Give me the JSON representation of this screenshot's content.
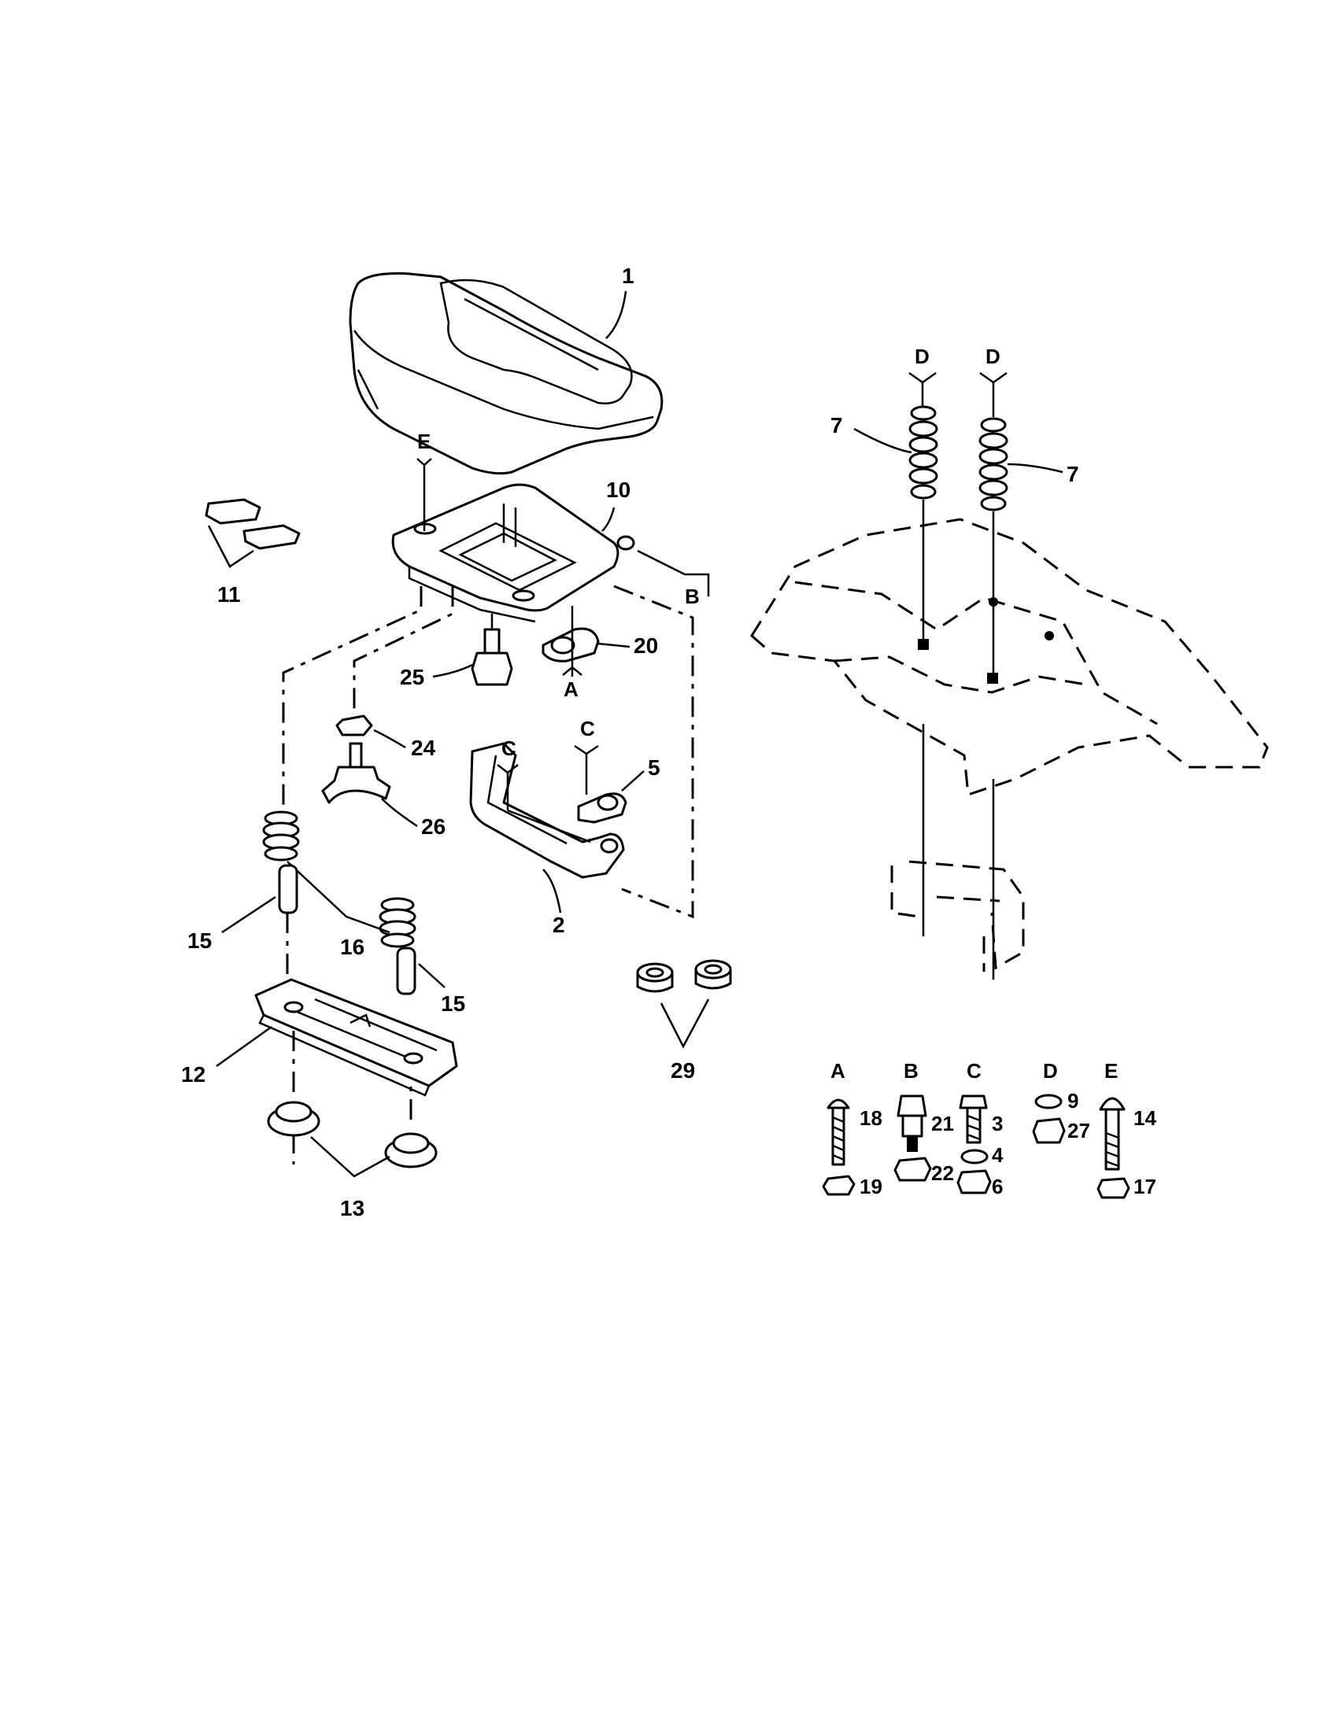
{
  "callouts": {
    "c1": "1",
    "c10": "10",
    "c11": "11",
    "c20": "20",
    "c25": "25",
    "c24": "24",
    "c26": "26",
    "c5": "5",
    "c2": "2",
    "c15a": "15",
    "c16": "16",
    "c15b": "15",
    "c12": "12",
    "c13": "13",
    "c29": "29",
    "c7a": "7",
    "c7b": "7",
    "refE": "E",
    "refB": "B",
    "refA": "A",
    "refC1": "C",
    "refC2": "C",
    "refD1": "D",
    "refD2": "D"
  },
  "hardware_key": {
    "A": {
      "letter": "A",
      "parts": [
        "18",
        "19"
      ]
    },
    "B": {
      "letter": "B",
      "parts": [
        "21",
        "22"
      ]
    },
    "C": {
      "letter": "C",
      "parts": [
        "3",
        "4",
        "6"
      ]
    },
    "D": {
      "letter": "D",
      "parts": [
        "9",
        "27"
      ]
    },
    "E": {
      "letter": "E",
      "parts": [
        "14",
        "17"
      ]
    }
  }
}
